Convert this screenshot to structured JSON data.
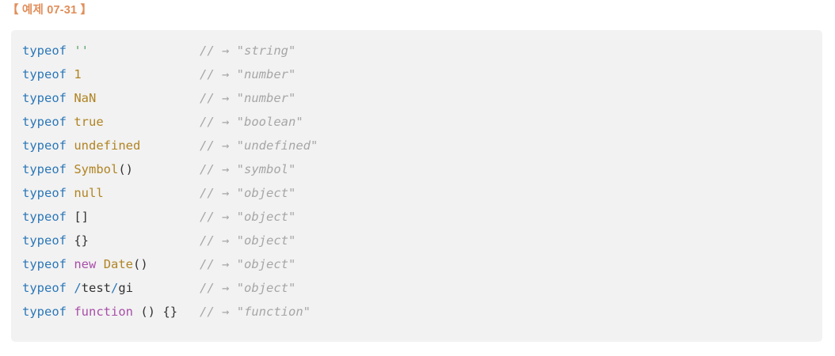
{
  "title": "【 예제 07-31 】",
  "colors": {
    "title": "#e08e5a",
    "code_background": "#f2f2f2",
    "keyword": "#2b77b8",
    "string": "#5aa469",
    "literal": "#b08423",
    "operator_keyword": "#a84fa8",
    "punctuation": "#333333",
    "comment": "#a6a6a6",
    "page_background": "#ffffff"
  },
  "code": {
    "language": "javascript",
    "comment_column": 24,
    "lines": [
      {
        "text": "typeof ''",
        "comment": "// → \"string\"",
        "tokens": [
          {
            "t": "typeof",
            "c": "tok-kw"
          },
          {
            "t": " ",
            "c": "tok-plain"
          },
          {
            "t": "''",
            "c": "tok-string"
          }
        ]
      },
      {
        "text": "typeof 1",
        "comment": "// → \"number\"",
        "tokens": [
          {
            "t": "typeof",
            "c": "tok-kw"
          },
          {
            "t": " ",
            "c": "tok-plain"
          },
          {
            "t": "1",
            "c": "tok-literal"
          }
        ]
      },
      {
        "text": "typeof NaN",
        "comment": "// → \"number\"",
        "tokens": [
          {
            "t": "typeof",
            "c": "tok-kw"
          },
          {
            "t": " ",
            "c": "tok-plain"
          },
          {
            "t": "NaN",
            "c": "tok-literal"
          }
        ]
      },
      {
        "text": "typeof true",
        "comment": "// → \"boolean\"",
        "tokens": [
          {
            "t": "typeof",
            "c": "tok-kw"
          },
          {
            "t": " ",
            "c": "tok-plain"
          },
          {
            "t": "true",
            "c": "tok-literal"
          }
        ]
      },
      {
        "text": "typeof undefined",
        "comment": "// → \"undefined\"",
        "tokens": [
          {
            "t": "typeof",
            "c": "tok-kw"
          },
          {
            "t": " ",
            "c": "tok-plain"
          },
          {
            "t": "undefined",
            "c": "tok-literal"
          }
        ]
      },
      {
        "text": "typeof Symbol()",
        "comment": "// → \"symbol\"",
        "tokens": [
          {
            "t": "typeof",
            "c": "tok-kw"
          },
          {
            "t": " ",
            "c": "tok-plain"
          },
          {
            "t": "Symbol",
            "c": "tok-literal"
          },
          {
            "t": "()",
            "c": "tok-punct"
          }
        ]
      },
      {
        "text": "typeof null",
        "comment": "// → \"object\"",
        "tokens": [
          {
            "t": "typeof",
            "c": "tok-kw"
          },
          {
            "t": " ",
            "c": "tok-plain"
          },
          {
            "t": "null",
            "c": "tok-literal"
          }
        ]
      },
      {
        "text": "typeof []",
        "comment": "// → \"object\"",
        "tokens": [
          {
            "t": "typeof",
            "c": "tok-kw"
          },
          {
            "t": " ",
            "c": "tok-plain"
          },
          {
            "t": "[]",
            "c": "tok-punct"
          }
        ]
      },
      {
        "text": "typeof {}",
        "comment": "// → \"object\"",
        "tokens": [
          {
            "t": "typeof",
            "c": "tok-kw"
          },
          {
            "t": " ",
            "c": "tok-plain"
          },
          {
            "t": "{}",
            "c": "tok-punct"
          }
        ]
      },
      {
        "text": "typeof new Date()",
        "comment": "// → \"object\"",
        "tokens": [
          {
            "t": "typeof",
            "c": "tok-kw"
          },
          {
            "t": " ",
            "c": "tok-plain"
          },
          {
            "t": "new",
            "c": "tok-op"
          },
          {
            "t": " ",
            "c": "tok-plain"
          },
          {
            "t": "Date",
            "c": "tok-literal"
          },
          {
            "t": "()",
            "c": "tok-punct"
          }
        ]
      },
      {
        "text": "typeof /test/gi",
        "comment": "// → \"object\"",
        "tokens": [
          {
            "t": "typeof",
            "c": "tok-kw"
          },
          {
            "t": " ",
            "c": "tok-plain"
          },
          {
            "t": "/",
            "c": "tok-regex-d"
          },
          {
            "t": "test",
            "c": "tok-punct"
          },
          {
            "t": "/",
            "c": "tok-regex-d"
          },
          {
            "t": "gi",
            "c": "tok-punct"
          }
        ]
      },
      {
        "text": "typeof function () {}",
        "comment": "// → \"function\"",
        "tokens": [
          {
            "t": "typeof",
            "c": "tok-kw"
          },
          {
            "t": " ",
            "c": "tok-plain"
          },
          {
            "t": "function",
            "c": "tok-op"
          },
          {
            "t": " ",
            "c": "tok-plain"
          },
          {
            "t": "()",
            "c": "tok-punct"
          },
          {
            "t": " ",
            "c": "tok-plain"
          },
          {
            "t": "{}",
            "c": "tok-punct"
          }
        ]
      }
    ]
  }
}
